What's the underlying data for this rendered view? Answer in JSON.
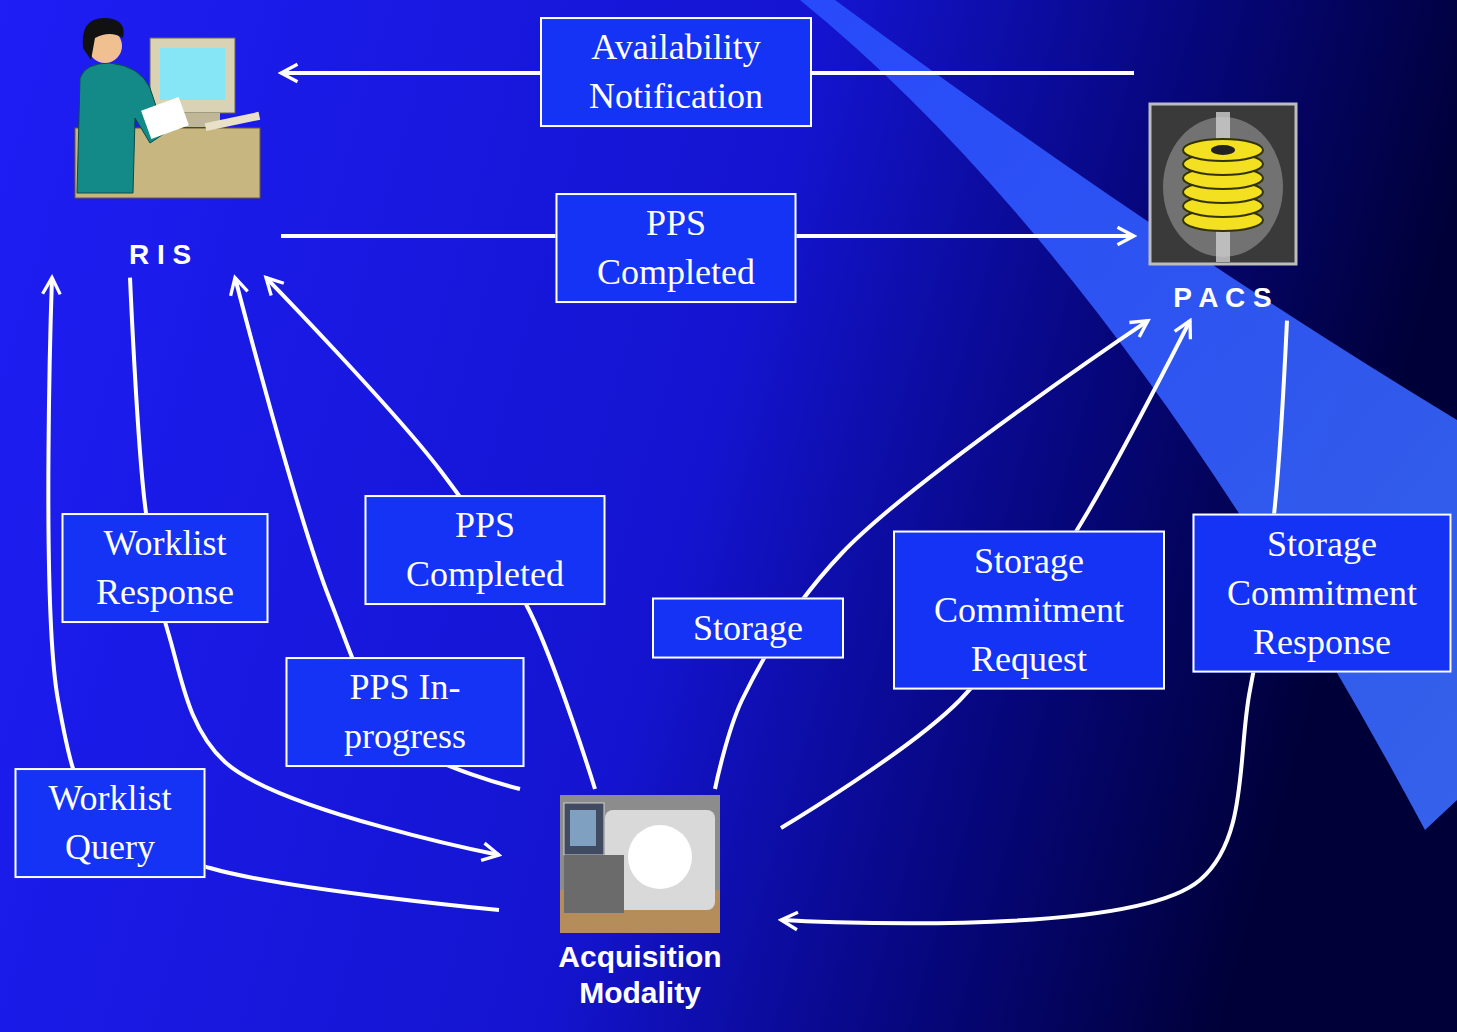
{
  "diagram": {
    "nodes": [
      {
        "text": [
          "R I S"
        ]
      },
      {
        "text": [
          "P A C S"
        ]
      },
      {
        "text": [
          "Acquisition Modality"
        ]
      }
    ],
    "edges": [
      {
        "from": 1,
        "to": 0,
        "arrow": "to",
        "label": "Availability Notification"
      },
      {
        "from": 0,
        "to": 1,
        "arrow": "to",
        "label": "PPS Completed"
      },
      {
        "from": 2,
        "to": 0,
        "arrow": "to",
        "label": "Worklist Query"
      },
      {
        "from": 0,
        "to": 2,
        "arrow": "to",
        "label": "Worklist Response"
      },
      {
        "from": 2,
        "to": 0,
        "arrow": "to",
        "label": "PPS In-progress"
      },
      {
        "from": 2,
        "to": 0,
        "arrow": "to",
        "label": "PPS Completed"
      },
      {
        "from": 2,
        "to": 1,
        "arrow": "to",
        "label": "Storage"
      },
      {
        "from": 2,
        "to": 1,
        "arrow": "to",
        "label": "Storage Commitment Request"
      },
      {
        "from": 1,
        "to": 2,
        "arrow": "to",
        "label": "Storage Commitment Response"
      }
    ]
  }
}
